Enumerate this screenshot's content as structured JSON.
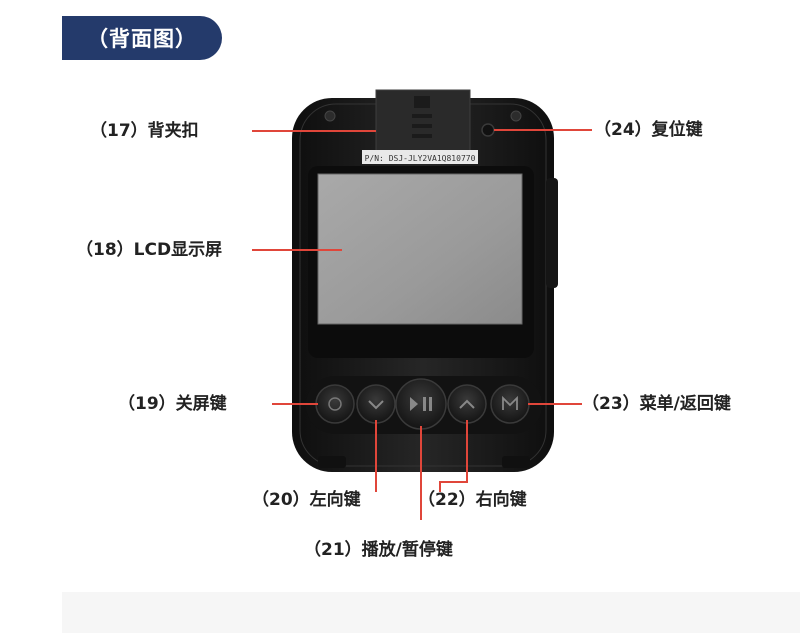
{
  "header": {
    "title": "（背面图）"
  },
  "device": {
    "pn_text": "P/N: DSJ-JLY2VA1Q810770"
  },
  "callouts": {
    "c17": "（17）背夹扣",
    "c18": "（18）LCD显示屏",
    "c19": "（19）关屏键",
    "c20": "（20）左向键",
    "c21": "（21）播放/暂停键",
    "c22": "（22）右向键",
    "c23": "（23）菜单/返回键",
    "c24": "（24）复位键"
  },
  "colors": {
    "accent": "#243a6b",
    "leader": "#e0463a",
    "body": "#1b1b1b"
  }
}
